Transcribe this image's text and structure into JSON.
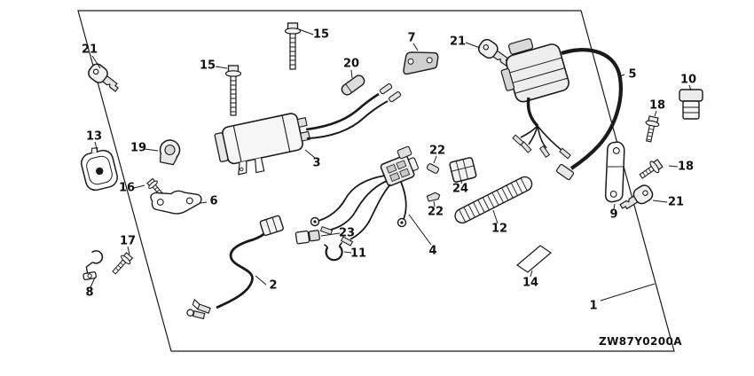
{
  "diagram": {
    "code": "ZW87Y0200A",
    "colors": {
      "line": "#1a1a1a",
      "background": "#ffffff"
    },
    "callouts": {
      "p1": "1",
      "p2": "2",
      "p3": "3",
      "p4": "4",
      "p5": "5",
      "p6": "6",
      "p7": "7",
      "p8": "8",
      "p9": "9",
      "p10": "10",
      "p11": "11",
      "p12": "12",
      "p13": "13",
      "p14": "14",
      "p15a": "15",
      "p15b": "15",
      "p16": "16",
      "p17": "17",
      "p18a": "18",
      "p18b": "18",
      "p19": "19",
      "p20": "20",
      "p21a": "21",
      "p21b": "21",
      "p21c": "21",
      "p22a": "22",
      "p22b": "22",
      "p23": "23",
      "p24": "24"
    }
  }
}
